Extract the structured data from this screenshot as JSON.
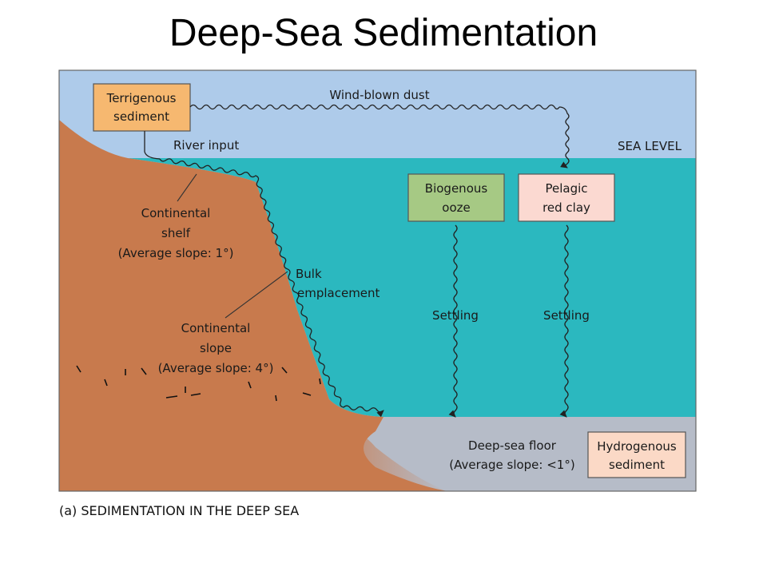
{
  "title": "Deep-Sea Sedimentation",
  "labels": {
    "terrigenous": [
      "Terrigenous",
      "sediment"
    ],
    "wind": "Wind-blown dust",
    "river": "River input",
    "sea_level": "SEA LEVEL",
    "shelf": [
      "Continental",
      "shelf",
      "(Average slope: 1°)"
    ],
    "bulk": [
      "Bulk",
      "emplacement"
    ],
    "slope": [
      "Continental",
      "slope",
      "(Average slope: 4°)"
    ],
    "biogenous": [
      "Biogenous",
      "ooze"
    ],
    "pelagic": [
      "Pelagic",
      "red clay"
    ],
    "settling_1": "Settling",
    "settling_2": "Settling",
    "floor": [
      "Deep-sea floor",
      "(Average slope: <1°)"
    ],
    "hydrogenous": [
      "Hydrogenous",
      "sediment"
    ]
  },
  "caption": "(a) SEDIMENTATION IN THE DEEP SEA",
  "colors": {
    "sky": "#aecbea",
    "ocean": "#2bb8bf",
    "land": "#c87a4d",
    "floor": "#b6bcc8",
    "terrigenous_box": "#f6b870",
    "biogenous_box": "#a6c984",
    "pelagic_box": "#fbd9d1",
    "hydrogenous_box": "#fbd9c6"
  }
}
